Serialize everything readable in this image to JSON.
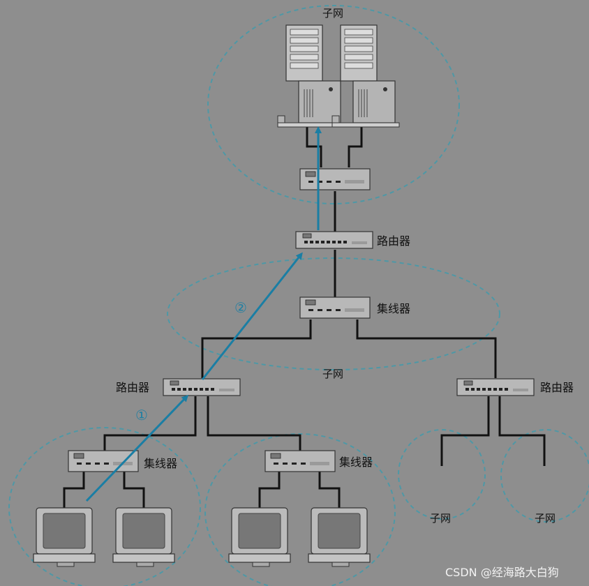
{
  "labels": {
    "subnet": "子网",
    "router": "路由器",
    "hub": "集线器"
  },
  "steps": {
    "one": "①",
    "two": "②"
  },
  "watermark": "CSDN @经海路大白狗",
  "colors": {
    "background": "#8e8e8e",
    "subnet_boundary": "#4e98a6",
    "arrow": "#1a7ea4",
    "cable": "#111111",
    "device_face": "#b8b8b8"
  }
}
